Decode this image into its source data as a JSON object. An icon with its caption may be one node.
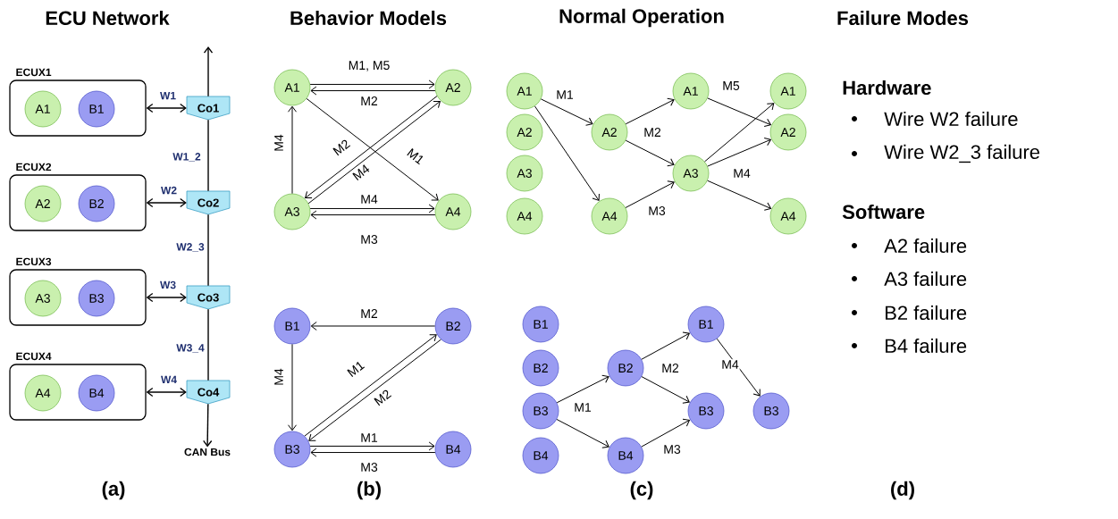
{
  "diagram": {
    "nodes": [
      {
        "text": [
          "ECUX1"
        ]
      },
      {
        "text": [
          "A1"
        ],
        "in": 0
      },
      {
        "text": [
          "B1"
        ],
        "in": 0
      },
      {
        "text": [
          "Co1"
        ]
      },
      {
        "text": [
          "ECUX2"
        ]
      },
      {
        "text": [
          "A2"
        ],
        "in": 4
      },
      {
        "text": [
          "B2"
        ],
        "in": 4
      },
      {
        "text": [
          "Co2"
        ]
      },
      {
        "text": [
          "ECUX3"
        ]
      },
      {
        "text": [
          "A3"
        ],
        "in": 8
      },
      {
        "text": [
          "B3"
        ],
        "in": 8
      },
      {
        "text": [
          "Co3"
        ]
      },
      {
        "text": [
          "ECUX4"
        ]
      },
      {
        "text": [
          "A4"
        ],
        "in": 12
      },
      {
        "text": [
          "B4"
        ],
        "in": 12
      },
      {
        "text": [
          "Co4"
        ]
      },
      {
        "text": [
          "CAN Bus"
        ]
      },
      {
        "text": [
          "A1"
        ]
      },
      {
        "text": [
          "A2"
        ]
      },
      {
        "text": [
          "A3"
        ]
      },
      {
        "text": [
          "A4"
        ]
      },
      {
        "text": [
          "B1"
        ]
      },
      {
        "text": [
          "B2"
        ]
      },
      {
        "text": [
          "B3"
        ]
      },
      {
        "text": [
          "B4"
        ]
      },
      {
        "text": [
          "A1"
        ]
      },
      {
        "text": [
          "A2"
        ]
      },
      {
        "text": [
          "A3"
        ]
      },
      {
        "text": [
          "A4"
        ]
      },
      {
        "text": [
          "A2"
        ]
      },
      {
        "text": [
          "A4"
        ]
      },
      {
        "text": [
          "A1"
        ]
      },
      {
        "text": [
          "A3"
        ]
      },
      {
        "text": [
          "A1"
        ]
      },
      {
        "text": [
          "A2"
        ]
      },
      {
        "text": [
          "A4"
        ]
      },
      {
        "text": [
          "B1"
        ]
      },
      {
        "text": [
          "B2"
        ]
      },
      {
        "text": [
          "B3"
        ]
      },
      {
        "text": [
          "B4"
        ]
      },
      {
        "text": [
          "B2"
        ]
      },
      {
        "text": [
          "B4"
        ]
      },
      {
        "text": [
          "B1"
        ]
      },
      {
        "text": [
          "B3"
        ]
      },
      {
        "text": [
          "B3"
        ]
      }
    ],
    "edges": [
      {
        "from": 0,
        "to": 3,
        "arrow": "both",
        "label": "W1"
      },
      {
        "from": 4,
        "to": 7,
        "arrow": "both",
        "label": "W2"
      },
      {
        "from": 8,
        "to": 11,
        "arrow": "both",
        "label": "W3"
      },
      {
        "from": 12,
        "to": 15,
        "arrow": "both",
        "label": "W4"
      },
      {
        "from": 3,
        "to": null,
        "arrow": "to"
      },
      {
        "from": 3,
        "to": 7,
        "arrow": "none",
        "label": "W1_2"
      },
      {
        "from": 7,
        "to": 11,
        "arrow": "none",
        "label": "W2_3"
      },
      {
        "from": 11,
        "to": 15,
        "arrow": "none",
        "label": "W3_4"
      },
      {
        "from": 15,
        "to": 16,
        "arrow": "to"
      },
      {
        "from": 17,
        "to": 18,
        "arrow": "to",
        "label": "M1, M5"
      },
      {
        "from": 18,
        "to": 17,
        "arrow": "to",
        "label": "M2"
      },
      {
        "from": 19,
        "to": 17,
        "arrow": "to",
        "label": "M4"
      },
      {
        "from": 17,
        "to": 20,
        "arrow": "to",
        "label": "M1"
      },
      {
        "from": 19,
        "to": 18,
        "arrow": "to",
        "label": "M4"
      },
      {
        "from": 18,
        "to": 19,
        "arrow": "to",
        "label": "M2"
      },
      {
        "from": 19,
        "to": 20,
        "arrow": "to",
        "label": "M4"
      },
      {
        "from": 20,
        "to": 19,
        "arrow": "to",
        "label": "M3"
      },
      {
        "from": 22,
        "to": 21,
        "arrow": "to",
        "label": "M2"
      },
      {
        "from": 21,
        "to": 23,
        "arrow": "to",
        "label": "M4"
      },
      {
        "from": 23,
        "to": 22,
        "arrow": "to",
        "label": "M1"
      },
      {
        "from": 22,
        "to": 23,
        "arrow": "to",
        "label": "M2"
      },
      {
        "from": 23,
        "to": 24,
        "arrow": "to",
        "label": "M1"
      },
      {
        "from": 24,
        "to": 23,
        "arrow": "to",
        "label": "M3"
      },
      {
        "from": 25,
        "to": 29,
        "arrow": "to",
        "label": "M1"
      },
      {
        "from": 25,
        "to": 30,
        "arrow": "to"
      },
      {
        "from": 29,
        "to": 31,
        "arrow": "to"
      },
      {
        "from": 29,
        "to": 32,
        "arrow": "to",
        "label": "M2"
      },
      {
        "from": 30,
        "to": 32,
        "arrow": "to",
        "label": "M3"
      },
      {
        "from": 31,
        "to": 34,
        "arrow": "to",
        "label": "M5"
      },
      {
        "from": 32,
        "to": 33,
        "arrow": "to"
      },
      {
        "from": 32,
        "to": 34,
        "arrow": "to"
      },
      {
        "from": 32,
        "to": 35,
        "arrow": "to",
        "label": "M4"
      },
      {
        "from": 38,
        "to": 40,
        "arrow": "to",
        "label": "M1"
      },
      {
        "from": 38,
        "to": 41,
        "arrow": "to"
      },
      {
        "from": 40,
        "to": 42,
        "arrow": "to"
      },
      {
        "from": 40,
        "to": 43,
        "arrow": "to",
        "label": "M2"
      },
      {
        "from": 41,
        "to": 43,
        "arrow": "to",
        "label": "M3"
      },
      {
        "from": 42,
        "to": 44,
        "arrow": "to",
        "label": "M4"
      }
    ],
    "labels": [
      "ECU Network",
      "Behavior Models",
      "Normal Operation",
      "Failure Modes",
      "Hardware",
      "Wire W2 failure",
      "Wire W2_3 failure",
      "Software",
      "A2 failure",
      "A3 failure",
      "B2 failure",
      "B4 failure",
      "(a)",
      "(b)",
      "(c)",
      "(d)"
    ]
  }
}
